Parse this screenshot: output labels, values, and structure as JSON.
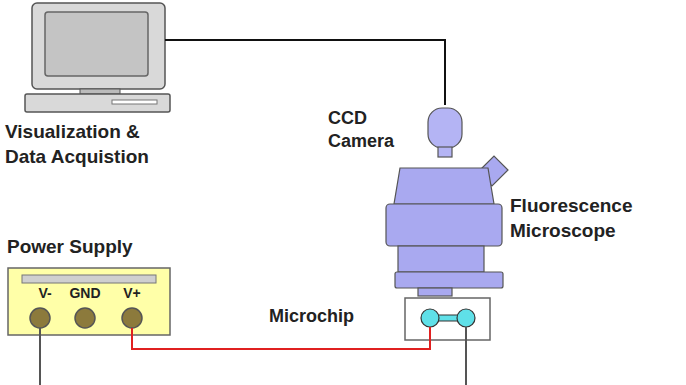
{
  "diagram": {
    "nodes": [
      {
        "text": [
          "Visualization & Data Acquistion"
        ]
      },
      {
        "text": [
          "CCD Camera"
        ]
      },
      {
        "text": [
          "Fluorescence Microscope"
        ]
      },
      {
        "text": [
          "Power Supply",
          "V-",
          "GND",
          "V+"
        ]
      },
      {
        "text": [
          "Microchip"
        ]
      }
    ],
    "edges": [
      {
        "from": 0,
        "to": 1,
        "arrow": "none"
      },
      {
        "from": 3,
        "to": 4,
        "arrow": "none"
      }
    ]
  }
}
